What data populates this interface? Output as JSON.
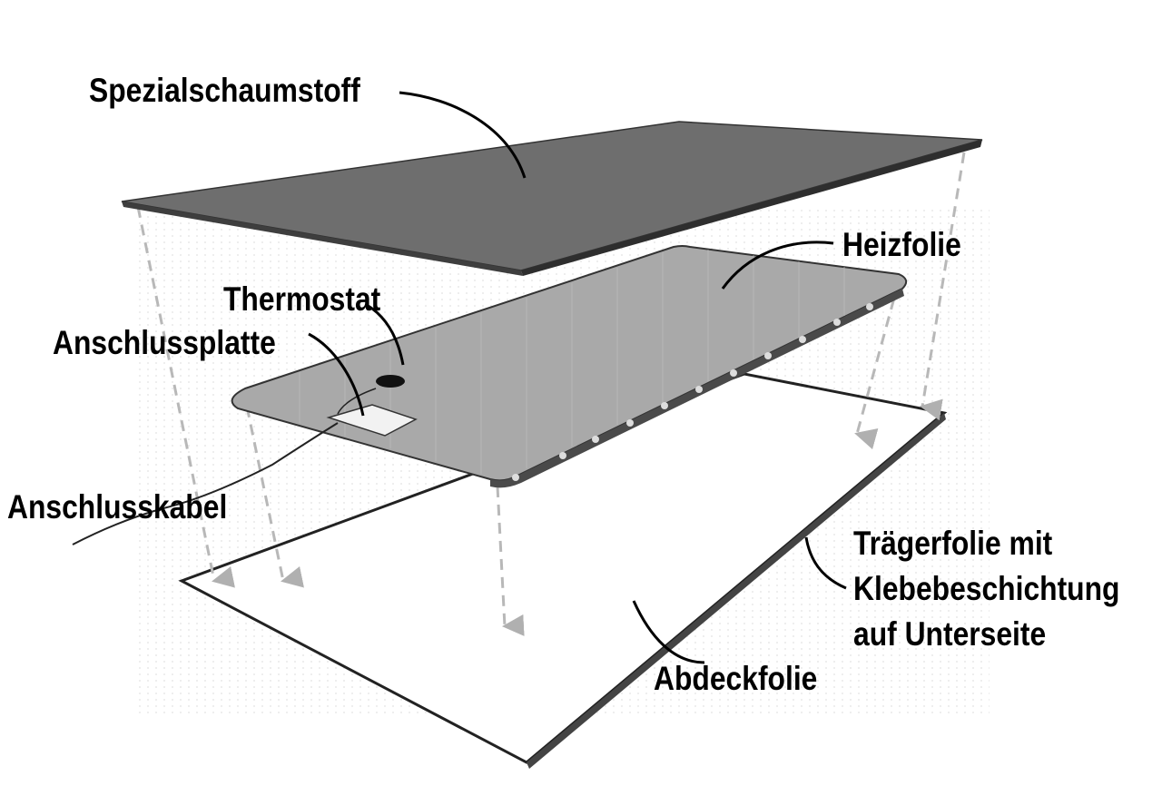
{
  "labels": {
    "foam": "Spezialschaumstoff",
    "heating_foil": "Heizfolie",
    "thermostat": "Thermostat",
    "connection_plate": "Anschlussplatte",
    "connection_cable": "Anschlusskabel",
    "carrier_foil": [
      "Trägerfolie mit",
      "Klebebeschichtung",
      "auf Unterseite"
    ],
    "cover_foil": "Abdeckfolie"
  },
  "colors": {
    "foam_top": "#6e6e6e",
    "foam_edge": "#3a3a3a",
    "heating_foil": "#a9a9a9",
    "heating_edge": "#5a5a5a",
    "carrier_foil": "#ffffff",
    "outline": "#222222",
    "arrow": "#b4b4b4",
    "text": "#000000"
  }
}
